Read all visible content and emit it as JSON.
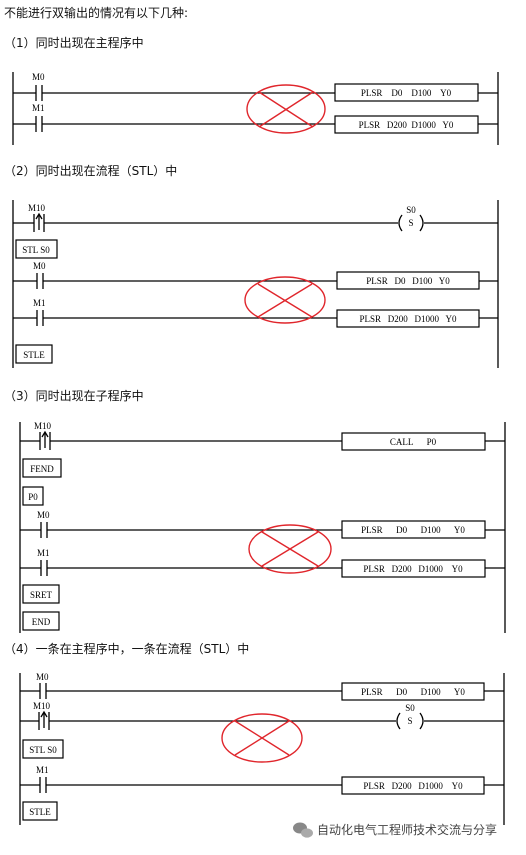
{
  "intro": "不能进行双输出的情况有以下几种:",
  "sections": [
    {
      "heading": "（1）同时出现在主程序中",
      "contacts": [
        "M0",
        "M1"
      ],
      "instructions": [
        "PLSR    D0    D100    Y0",
        "PLSR   D200  D1000   Y0"
      ]
    },
    {
      "heading": "（2）同时出现在流程（STL）中",
      "contacts": [
        "M10",
        "M0",
        "M1"
      ],
      "coil_label": "S0",
      "coil_symbol": "S",
      "blocks": [
        "STL S0",
        "STLE"
      ],
      "instructions": [
        "PLSR   D0   D100   Y0",
        "PLSR   D200   D1000   Y0"
      ]
    },
    {
      "heading": "（3）同时出现在子程序中",
      "contacts": [
        "M10",
        "M0",
        "M1"
      ],
      "blocks": [
        "FEND",
        "P0",
        "SRET",
        "END"
      ],
      "call": "CALL      P0",
      "instructions": [
        "PLSR      D0      D100      Y0",
        "PLSR   D200   D1000    Y0"
      ]
    },
    {
      "heading": "（4）一条在主程序中，一条在流程（STL）中",
      "contacts": [
        "M0",
        "M10",
        "M1"
      ],
      "coil_label": "S0",
      "coil_symbol": "S",
      "blocks": [
        "STL S0",
        "STLE"
      ],
      "instructions": [
        "PLSR      D0      D100      Y0",
        "PLSR   D200   D1000    Y0"
      ]
    }
  ],
  "watermark": "自动化电气工程师技术交流与分享",
  "colors": {
    "cross": "#e0262c",
    "line": "#000000"
  },
  "icons": [
    "wechat-icon"
  ]
}
